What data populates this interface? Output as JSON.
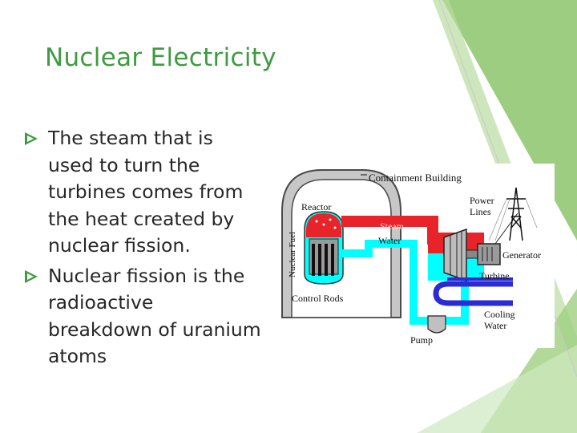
{
  "slide": {
    "title": "Nuclear Electricity",
    "bullets": [
      {
        "text": "The steam that is used to turn the turbines comes from the heat created by nuclear fission."
      },
      {
        "text": "Nuclear fission is the radioactive breakdown of uranium atoms"
      }
    ]
  },
  "diagram": {
    "labels": {
      "containment": "Containment Building",
      "reactor": "Reactor",
      "nuclear_fuel": "Nuclear Fuel",
      "control_rods": "Control Rods",
      "steam": "Steam",
      "water": "Water",
      "power_lines_1": "Power",
      "power_lines_2": "Lines",
      "generator": "Generator",
      "turbine": "Turbine",
      "cooling_1": "Cooling",
      "cooling_2": "Water",
      "pump": "Pump"
    }
  },
  "colors": {
    "accent": "#3e9b41",
    "steam_red": "#e8232a",
    "water_cyan": "#00ffff",
    "cooling_blue": "#2b2bd6"
  }
}
